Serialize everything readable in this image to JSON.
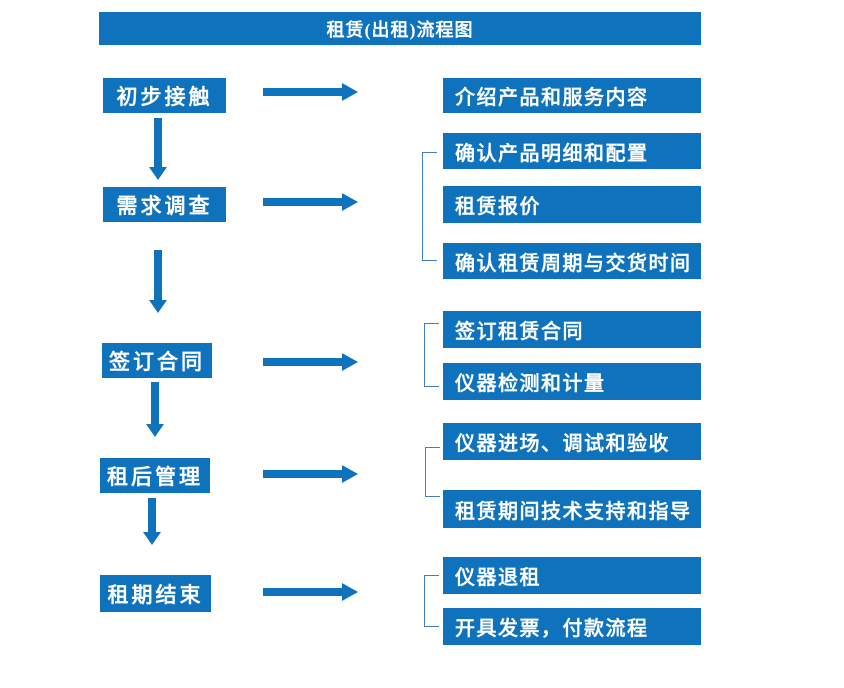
{
  "title": "租赁(出租)流程图",
  "theme": {
    "primary_blue": "#0E72BD",
    "text_color": "#FFFFFF"
  },
  "flow": {
    "steps": [
      {
        "label": "初步接触",
        "details": [
          "介绍产品和服务内容"
        ]
      },
      {
        "label": "需求调查",
        "details": [
          "确认产品明细和配置",
          "租赁报价",
          "确认租赁周期与交货时间"
        ]
      },
      {
        "label": "签订合同",
        "details": [
          "签订租赁合同",
          "仪器检测和计量"
        ]
      },
      {
        "label": "租后管理",
        "details": [
          "仪器进场、调试和验收",
          "租赁期间技术支持和指导"
        ]
      },
      {
        "label": "租期结束",
        "details": [
          "仪器退租",
          "开具发票，付款流程"
        ]
      }
    ]
  }
}
